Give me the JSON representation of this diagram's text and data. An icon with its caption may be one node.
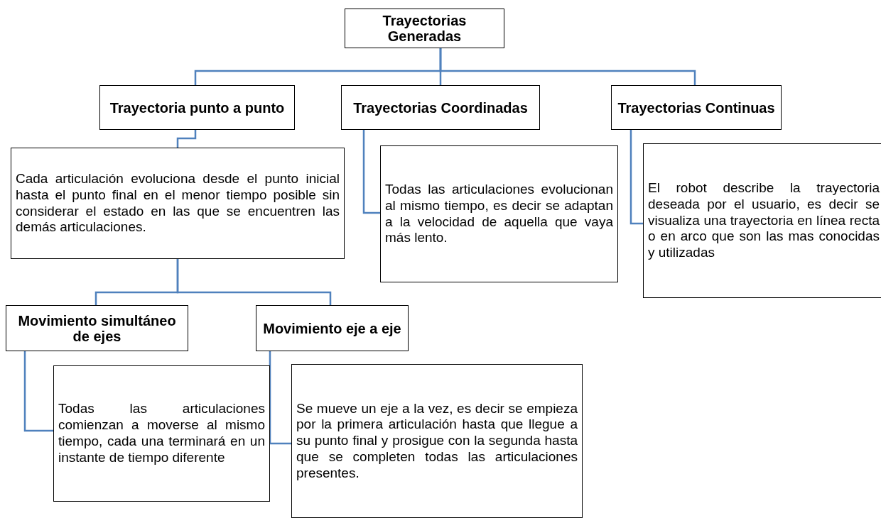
{
  "diagram": {
    "nodes": [
      {
        "text": [
          "Trayectorias Generadas"
        ]
      },
      {
        "text": [
          "Trayectoria punto a punto"
        ]
      },
      {
        "text": [
          "Trayectorias Coordinadas"
        ]
      },
      {
        "text": [
          "Trayectorias Continuas"
        ]
      },
      {
        "text": [
          "Cada articulación evoluciona desde el punto inicial hasta el punto final en el menor tiempo posible sin considerar el estado en las que se encuentren las demás articulaciones."
        ]
      },
      {
        "text": [
          "Todas las articulaciones evolucionan al mismo tiempo, es decir se adaptan a la velocidad de aquella que vaya más lento."
        ]
      },
      {
        "text": [
          "El robot describe la trayectoria deseada por el usuario, es decir se visualiza una trayectoria en línea recta o en arco que son las mas conocidas y utilizadas"
        ]
      },
      {
        "text": [
          "Movimiento simultáneo de ejes"
        ]
      },
      {
        "text": [
          "Movimiento eje a eje"
        ]
      },
      {
        "text": [
          "Todas las articulaciones comienzan a moverse al mismo tiempo, cada una terminará en un instante de tiempo diferente"
        ]
      },
      {
        "text": [
          "Se mueve un eje a la vez, es decir se empieza por la primera articulación hasta que llegue a su punto final y prosigue con la segunda hasta que se completen todas las articulaciones presentes."
        ]
      }
    ],
    "edges": [
      {
        "from": 0,
        "to": 1,
        "arrow": "none"
      },
      {
        "from": 0,
        "to": 2,
        "arrow": "none"
      },
      {
        "from": 0,
        "to": 3,
        "arrow": "none"
      },
      {
        "from": 1,
        "to": 4,
        "arrow": "none"
      },
      {
        "from": 2,
        "to": 5,
        "arrow": "none"
      },
      {
        "from": 3,
        "to": 6,
        "arrow": "none"
      },
      {
        "from": 4,
        "to": 7,
        "arrow": "none"
      },
      {
        "from": 4,
        "to": 8,
        "arrow": "none"
      },
      {
        "from": 7,
        "to": 9,
        "arrow": "none"
      },
      {
        "from": 8,
        "to": 10,
        "arrow": "none"
      }
    ]
  }
}
